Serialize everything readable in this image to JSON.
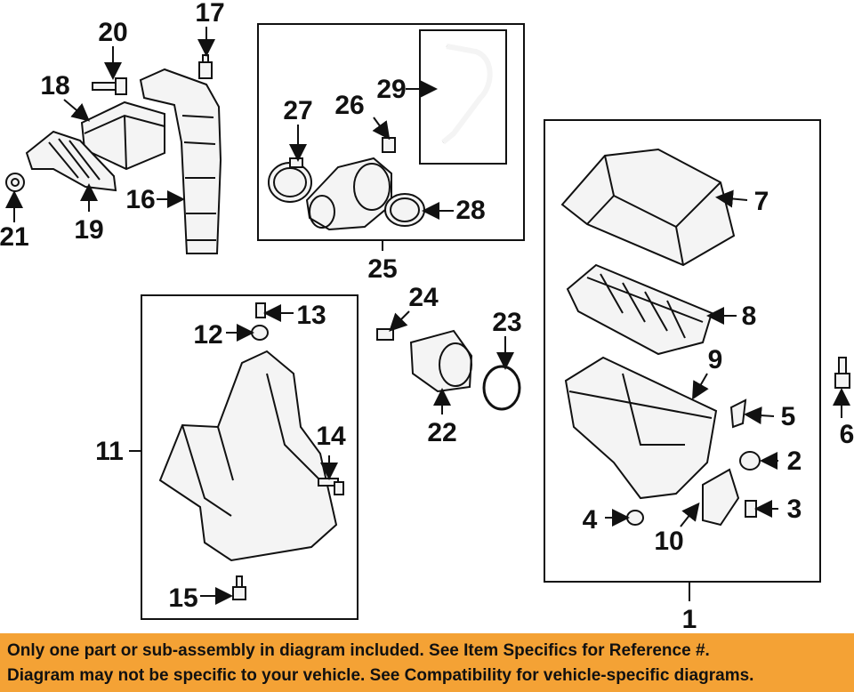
{
  "callouts": [
    "1",
    "2",
    "3",
    "4",
    "5",
    "6",
    "7",
    "8",
    "9",
    "10",
    "11",
    "12",
    "13",
    "14",
    "15",
    "16",
    "17",
    "18",
    "19",
    "20",
    "21",
    "22",
    "23",
    "24",
    "25",
    "26",
    "27",
    "28",
    "29"
  ],
  "banner": {
    "line1": "Only one part or sub-assembly in diagram included. See Item Specifics for Reference #.",
    "line2": "Diagram may not be specific to your vehicle. See Compatibility for vehicle-specific diagrams."
  },
  "colors": {
    "banner_bg": "#f4a235",
    "ink": "#111111"
  }
}
